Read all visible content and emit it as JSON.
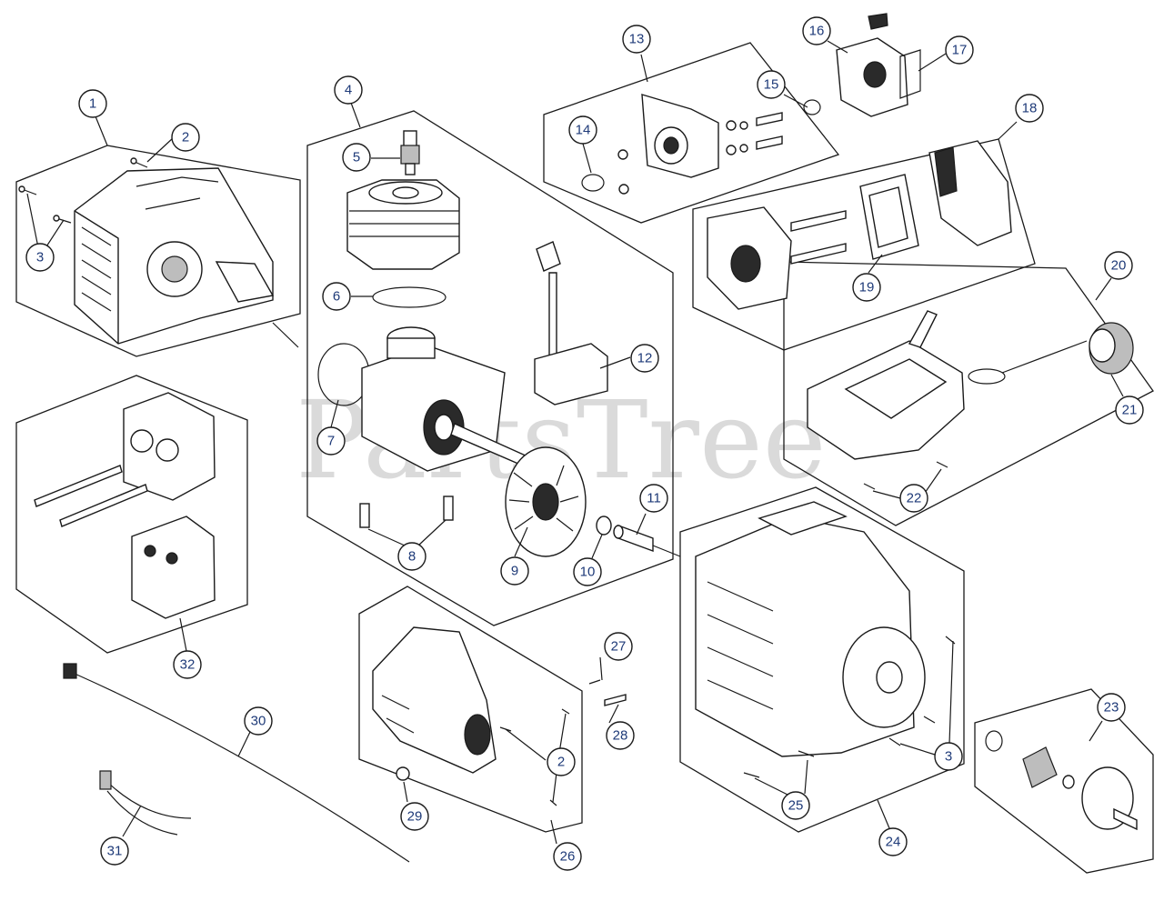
{
  "watermark": {
    "text": "PartsTree",
    "mark": "™"
  },
  "callouts": [
    "1",
    "2",
    "3",
    "4",
    "5",
    "6",
    "7",
    "8",
    "9",
    "10",
    "11",
    "12",
    "13",
    "14",
    "15",
    "16",
    "17",
    "18",
    "19",
    "20",
    "21",
    "22",
    "23",
    "24",
    "25",
    "26",
    "27",
    "28",
    "29",
    "30",
    "31",
    "32"
  ],
  "callout_text_color": "#1e3a78",
  "line_color": "#1a1a1a",
  "background": "#ffffff"
}
